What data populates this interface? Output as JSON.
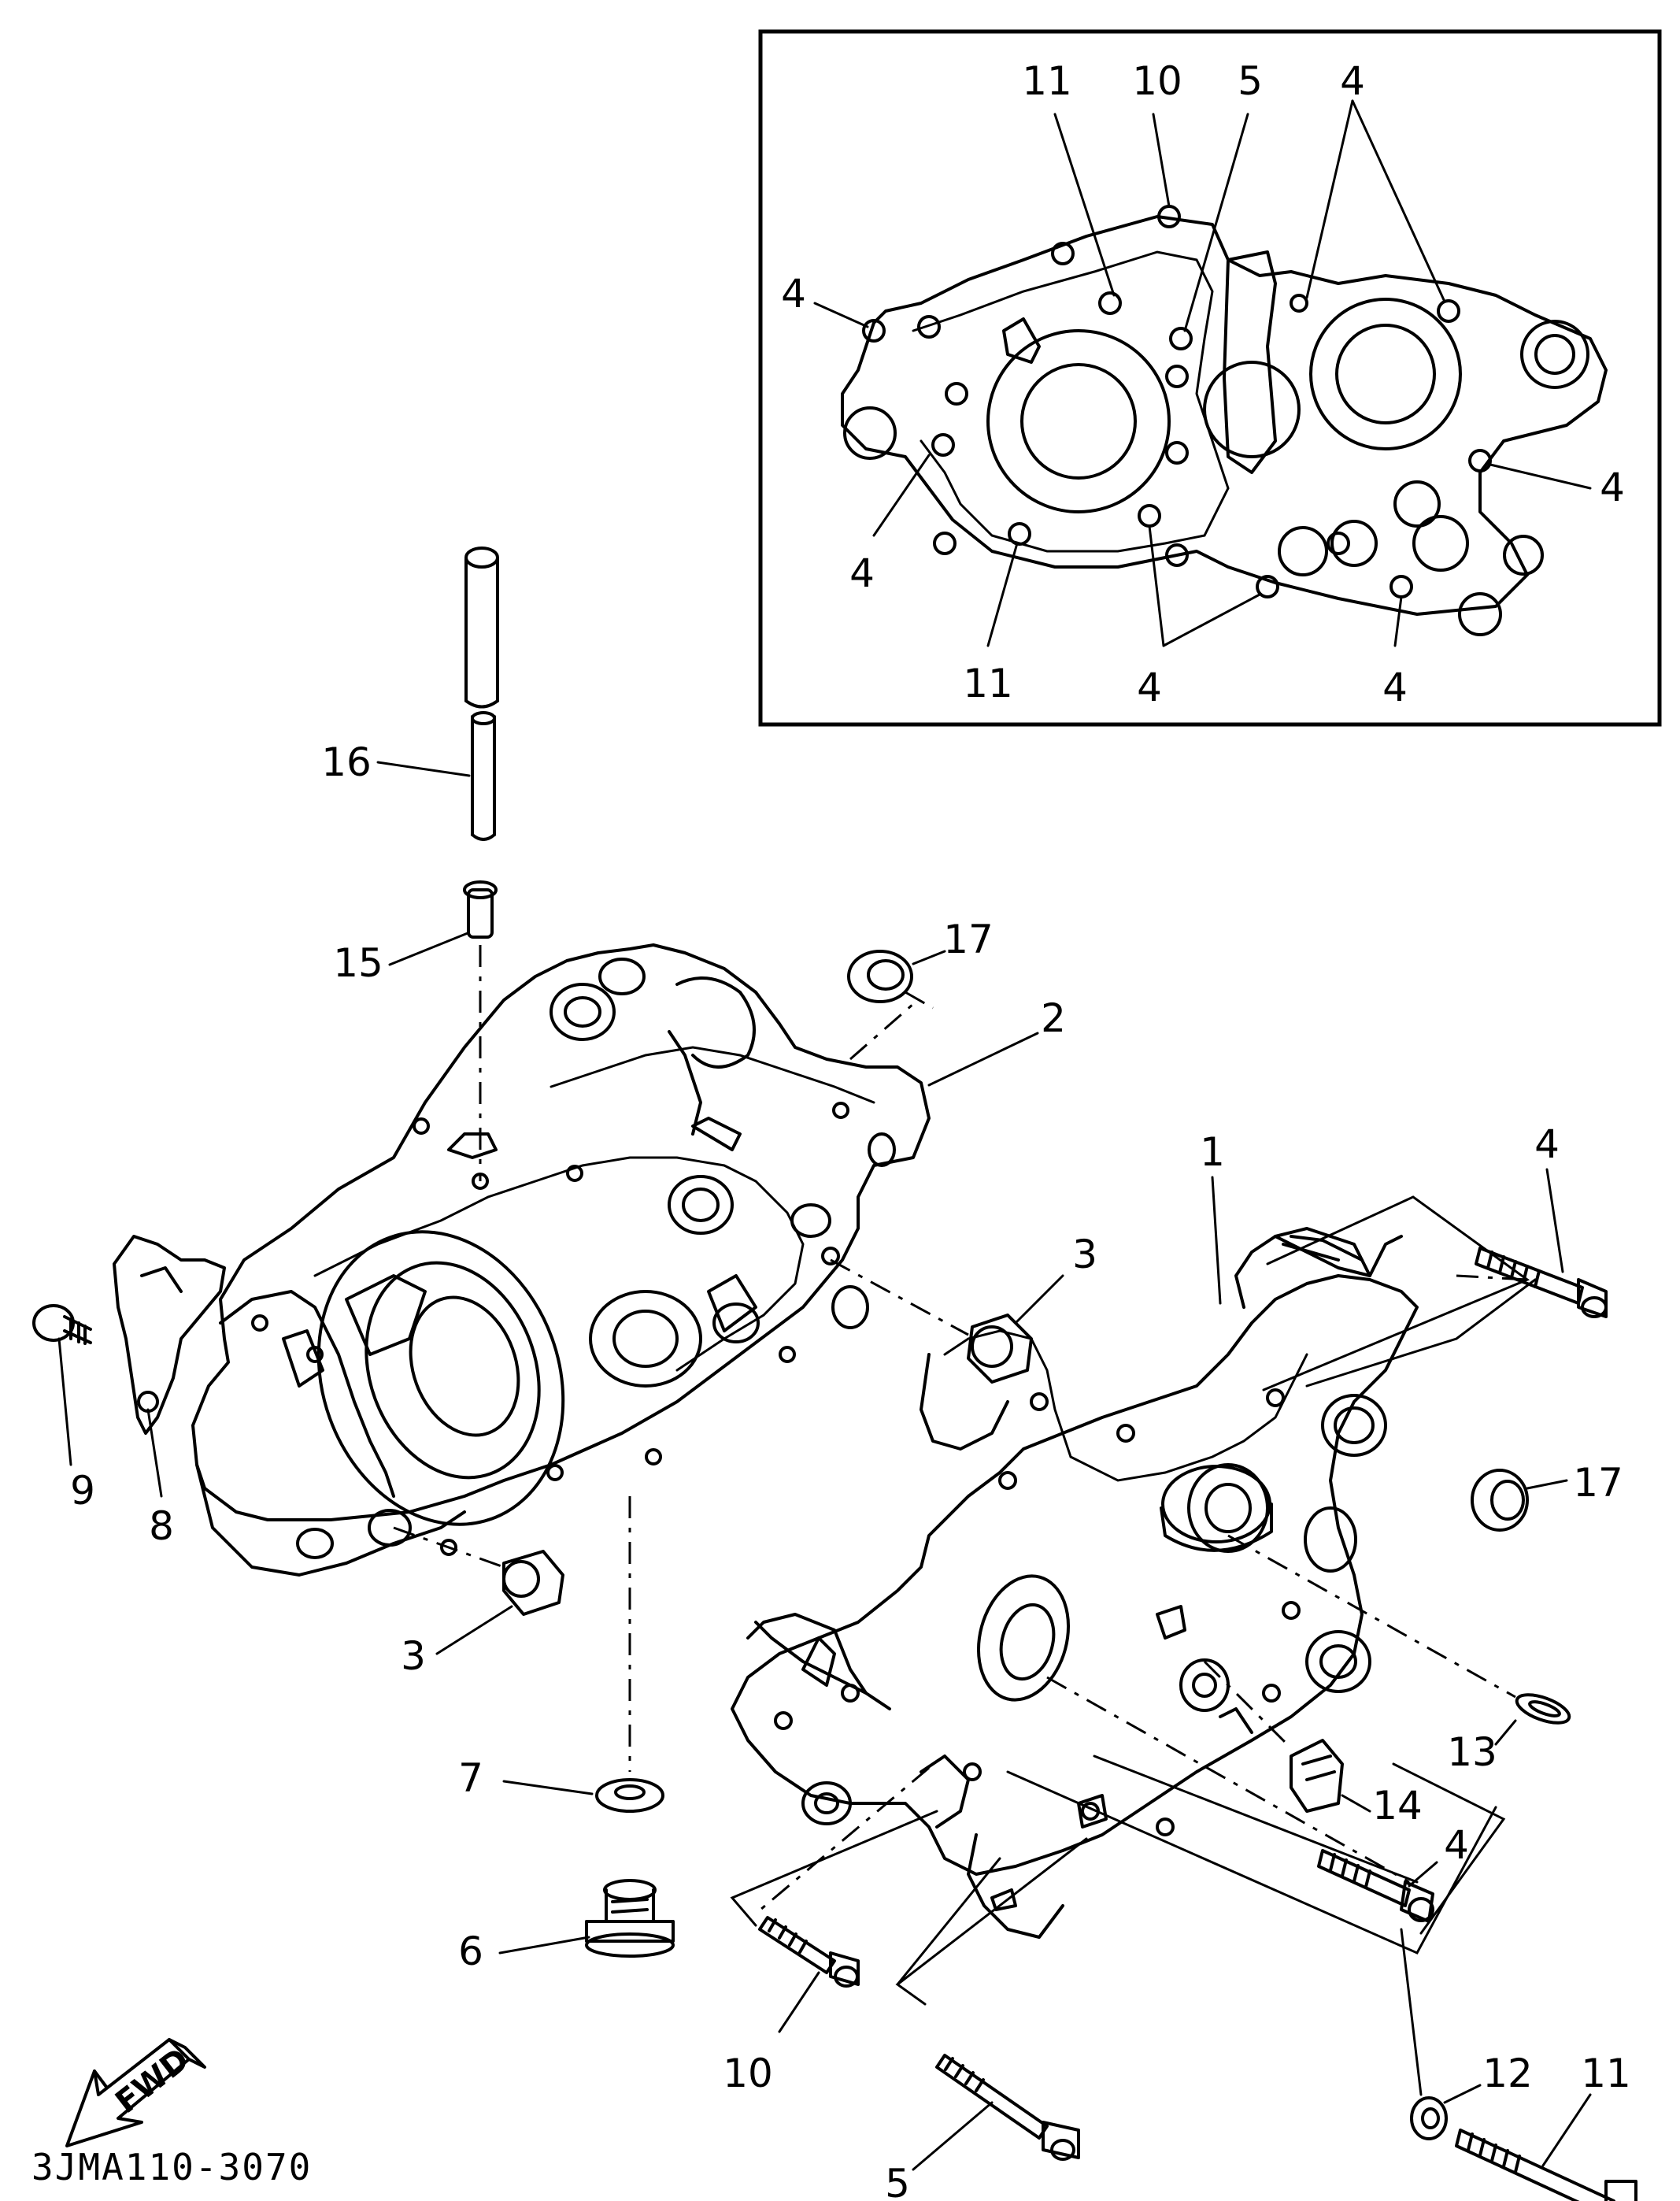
{
  "diagram": {
    "code": "3JMA110-3070",
    "fwd": "FWD",
    "labels": {
      "p1": "1",
      "p2": "2",
      "p3a": "3",
      "p3b": "3",
      "p4a": "4",
      "p4b": "4",
      "p5": "5",
      "p6": "6",
      "p7": "7",
      "p8": "8",
      "p9": "9",
      "p10": "10",
      "p11": "11",
      "p12": "12",
      "p13": "13",
      "p14": "14",
      "p15": "15",
      "p16": "16",
      "p17a": "17",
      "p17b": "17"
    },
    "inset": {
      "labels": {
        "i11a": "11",
        "i10": "10",
        "i5": "5",
        "i4top": "4",
        "i4left": "4",
        "i4right": "4",
        "i4lowleft": "4",
        "i4bottom": "4",
        "i4bottomright": "4",
        "i11b": "11"
      }
    }
  }
}
